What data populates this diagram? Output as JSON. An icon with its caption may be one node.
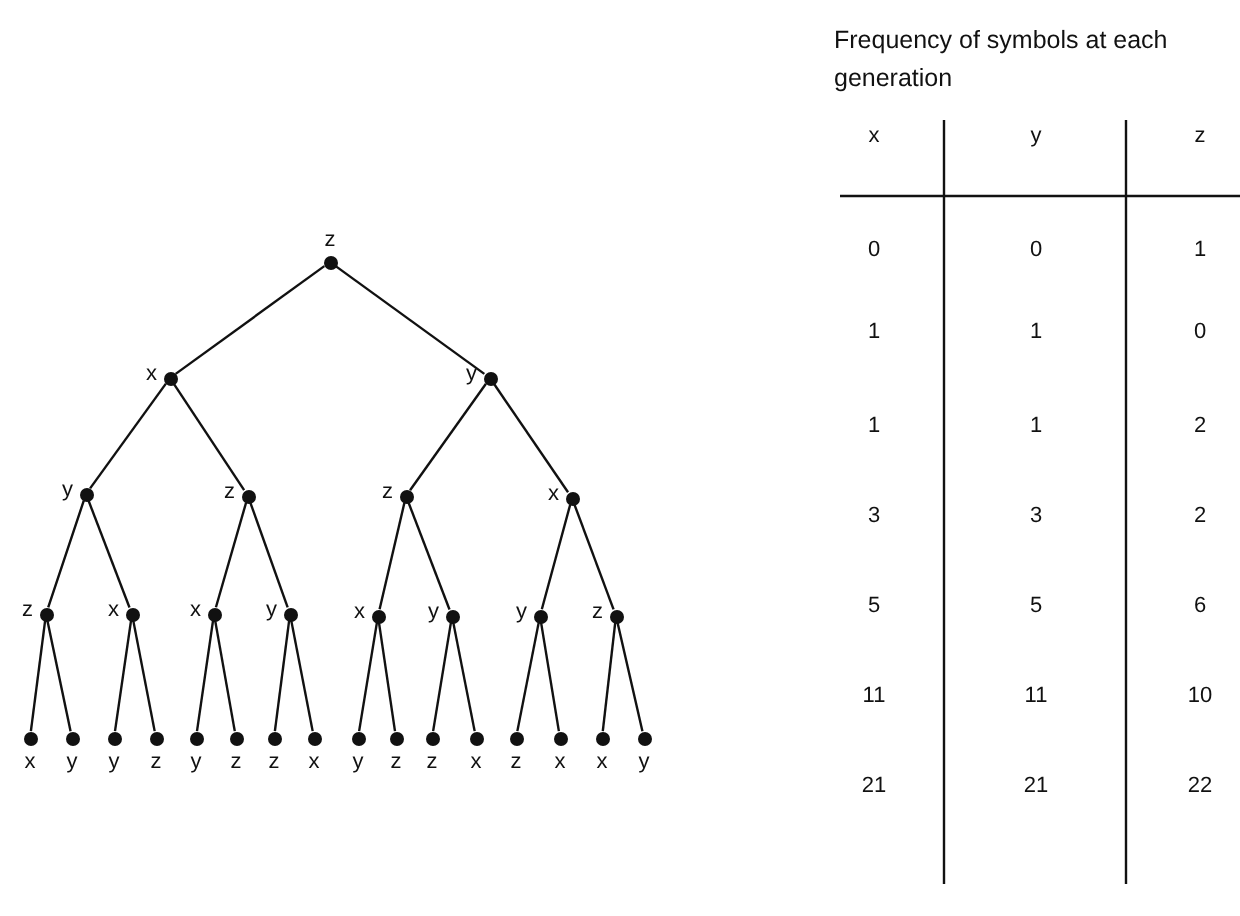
{
  "diagram": {
    "nodes": [
      {
        "text": [],
        "shape": "circle",
        "beside": [
          "z"
        ]
      },
      {
        "text": [],
        "shape": "circle",
        "beside": [
          "x"
        ]
      },
      {
        "text": [],
        "shape": "circle",
        "beside": [
          "y"
        ]
      },
      {
        "text": [],
        "shape": "circle",
        "beside": [
          "y"
        ]
      },
      {
        "text": [],
        "shape": "circle",
        "beside": [
          "z"
        ]
      },
      {
        "text": [],
        "shape": "circle",
        "beside": [
          "z"
        ]
      },
      {
        "text": [],
        "shape": "circle",
        "beside": [
          "x"
        ]
      },
      {
        "text": [],
        "shape": "circle",
        "beside": [
          "z"
        ]
      },
      {
        "text": [],
        "shape": "circle",
        "beside": [
          "x"
        ]
      },
      {
        "text": [],
        "shape": "circle",
        "beside": [
          "x"
        ]
      },
      {
        "text": [],
        "shape": "circle",
        "beside": [
          "y"
        ]
      },
      {
        "text": [],
        "shape": "circle",
        "beside": [
          "x"
        ]
      },
      {
        "text": [],
        "shape": "circle",
        "beside": [
          "y"
        ]
      },
      {
        "text": [],
        "shape": "circle",
        "beside": [
          "y"
        ]
      },
      {
        "text": [],
        "shape": "circle",
        "beside": [
          "z"
        ]
      },
      {
        "text": [],
        "shape": "circle",
        "beside": [
          "x"
        ]
      },
      {
        "text": [],
        "shape": "circle",
        "beside": [
          "y"
        ]
      },
      {
        "text": [],
        "shape": "circle",
        "beside": [
          "y"
        ]
      },
      {
        "text": [],
        "shape": "circle",
        "beside": [
          "z"
        ]
      },
      {
        "text": [],
        "shape": "circle",
        "beside": [
          "y"
        ]
      },
      {
        "text": [],
        "shape": "circle",
        "beside": [
          "z"
        ]
      },
      {
        "text": [],
        "shape": "circle",
        "beside": [
          "z"
        ]
      },
      {
        "text": [],
        "shape": "circle",
        "beside": [
          "x"
        ]
      },
      {
        "text": [],
        "shape": "circle",
        "beside": [
          "y"
        ]
      },
      {
        "text": [],
        "shape": "circle",
        "beside": [
          "z"
        ]
      },
      {
        "text": [],
        "shape": "circle",
        "beside": [
          "z"
        ]
      },
      {
        "text": [],
        "shape": "circle",
        "beside": [
          "x"
        ]
      },
      {
        "text": [],
        "shape": "circle",
        "beside": [
          "z"
        ]
      },
      {
        "text": [],
        "shape": "circle",
        "beside": [
          "x"
        ]
      },
      {
        "text": [],
        "shape": "circle",
        "beside": [
          "x"
        ]
      },
      {
        "text": [],
        "shape": "circle",
        "beside": [
          "y"
        ]
      }
    ],
    "edges": [
      {
        "from": 0,
        "to": 1,
        "arrow": "none"
      },
      {
        "from": 0,
        "to": 2,
        "arrow": "none"
      },
      {
        "from": 1,
        "to": 3,
        "arrow": "none"
      },
      {
        "from": 1,
        "to": 4,
        "arrow": "none"
      },
      {
        "from": 2,
        "to": 5,
        "arrow": "none"
      },
      {
        "from": 2,
        "to": 6,
        "arrow": "none"
      },
      {
        "from": 3,
        "to": 7,
        "arrow": "none"
      },
      {
        "from": 3,
        "to": 8,
        "arrow": "none"
      },
      {
        "from": 4,
        "to": 9,
        "arrow": "none"
      },
      {
        "from": 4,
        "to": 10,
        "arrow": "none"
      },
      {
        "from": 5,
        "to": 11,
        "arrow": "none"
      },
      {
        "from": 5,
        "to": 12,
        "arrow": "none"
      },
      {
        "from": 6,
        "to": 13,
        "arrow": "none"
      },
      {
        "from": 6,
        "to": 14,
        "arrow": "none"
      },
      {
        "from": 7,
        "to": 15,
        "arrow": "none"
      },
      {
        "from": 7,
        "to": 16,
        "arrow": "none"
      },
      {
        "from": 8,
        "to": 17,
        "arrow": "none"
      },
      {
        "from": 8,
        "to": 18,
        "arrow": "none"
      },
      {
        "from": 9,
        "to": 19,
        "arrow": "none"
      },
      {
        "from": 9,
        "to": 20,
        "arrow": "none"
      },
      {
        "from": 10,
        "to": 21,
        "arrow": "none"
      },
      {
        "from": 10,
        "to": 22,
        "arrow": "none"
      },
      {
        "from": 11,
        "to": 23,
        "arrow": "none"
      },
      {
        "from": 11,
        "to": 24,
        "arrow": "none"
      },
      {
        "from": 12,
        "to": 25,
        "arrow": "none"
      },
      {
        "from": 12,
        "to": 26,
        "arrow": "none"
      },
      {
        "from": 13,
        "to": 27,
        "arrow": "none"
      },
      {
        "from": 13,
        "to": 28,
        "arrow": "none"
      },
      {
        "from": 14,
        "to": 29,
        "arrow": "none"
      },
      {
        "from": 14,
        "to": 30,
        "arrow": "none"
      }
    ],
    "labels": [
      "Frequency of symbols at each generation",
      "x",
      "y",
      "z",
      "0",
      "0",
      "1",
      "1",
      "1",
      "0",
      "1",
      "1",
      "2",
      "3",
      "3",
      "2",
      "5",
      "5",
      "6",
      "11",
      "11",
      "10",
      "21",
      "21",
      "22"
    ]
  }
}
